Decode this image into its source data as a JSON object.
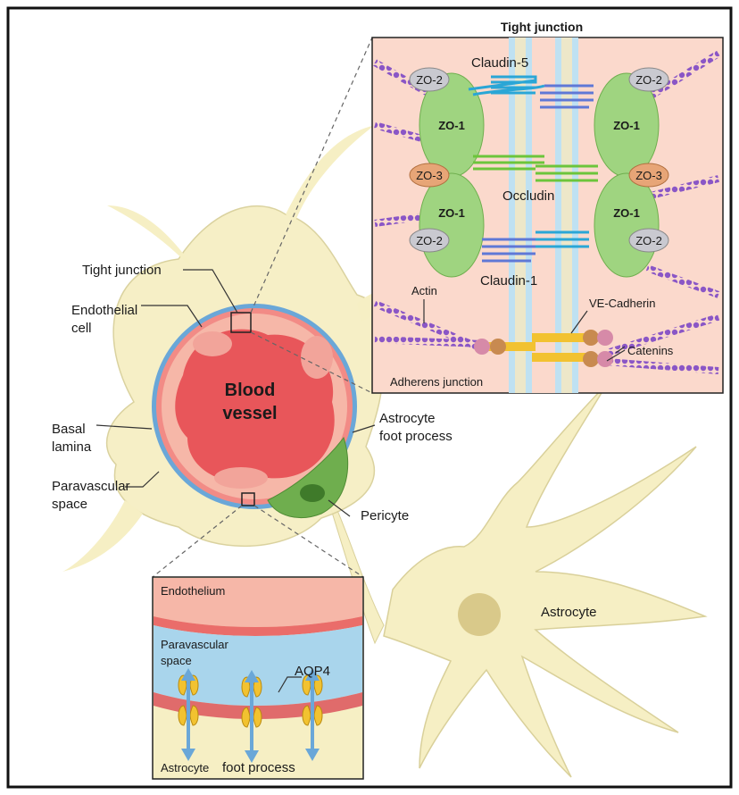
{
  "title": "Tight junction",
  "labels": {
    "tight_junction": "Tight junction",
    "endothelial_cell": [
      "Endothelial",
      "cell"
    ],
    "blood_vessel": [
      "Blood",
      "vessel"
    ],
    "basal_lamina": [
      "Basal",
      "lamina"
    ],
    "paravascular_space": [
      "Paravascular",
      "space"
    ],
    "astrocyte_foot_process": [
      "Astrocyte",
      "foot process"
    ],
    "pericyte": "Pericyte",
    "astrocyte": "Astrocyte"
  },
  "tight_junction_panel": {
    "claudin5": "Claudin-5",
    "occludin": "Occludin",
    "claudin1": "Claudin-1",
    "zo1": "ZO-1",
    "zo2": "ZO-2",
    "zo3": "ZO-3",
    "actin": "Actin",
    "ve_cadherin": "VE-Cadherin",
    "catenins": "Catenins",
    "adherens_junction": "Adherens junction"
  },
  "aqp4_panel": {
    "endothelium": "Endothelium",
    "paravascular_space": [
      "Paravascular",
      "space"
    ],
    "aqp4": "AQP4",
    "astrocyte_foot_process_a": "Astrocyte",
    "astrocyte_foot_process_b": "foot process"
  },
  "colors": {
    "blood": "#e8565a",
    "endothelium": "#f6b7a8",
    "paravascular": "#a9d5ec",
    "astrocyte": "#f6efc4",
    "pericyte": "#6fae4e",
    "zo1": "#9fd480",
    "zo2": "#c9c9d0",
    "zo3": "#e7a577",
    "claudin5": "#2aa6d6",
    "occludin": "#6cc53b",
    "claudin1": "#5f78d6",
    "actin": "#8a56c6",
    "aqp4": "#f2c230"
  }
}
